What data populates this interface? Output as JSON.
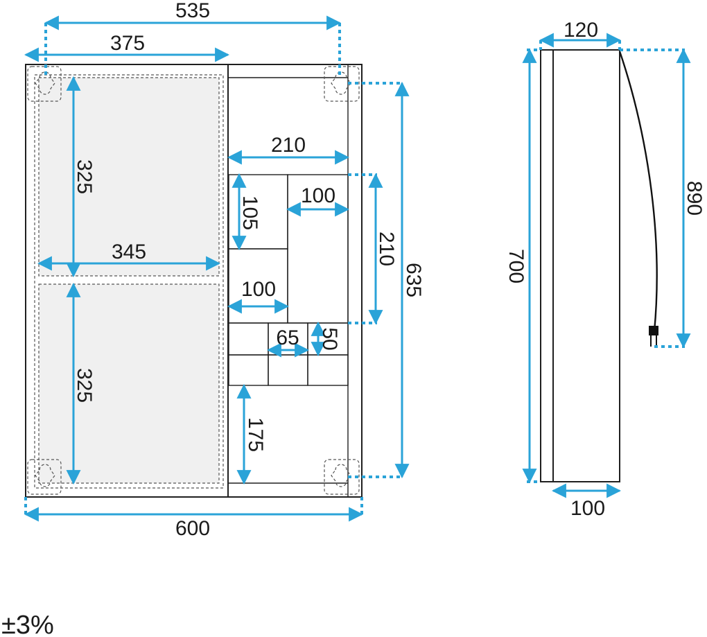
{
  "front": {
    "width_overall": "600",
    "width_top_outer": "535",
    "width_door": "375",
    "width_mirror": "345",
    "height_mirror_upper": "325",
    "height_mirror_lower": "325",
    "shelf_width": "210",
    "shelf_height": "210",
    "cabinet_height": "635",
    "compartment_width": "100",
    "compartment_height": "105",
    "compartment_width_lower": "100",
    "drawer_width": "65",
    "drawer_height": "50",
    "bottom_height": "175"
  },
  "side": {
    "depth_top": "120",
    "depth_bottom": "100",
    "height": "700",
    "cable_length": "890"
  },
  "tolerance": "±3%",
  "colors": {
    "dimension": "#2aa3d8",
    "outline": "#1f1f1f",
    "mirror_fill": "#f0f0f0"
  }
}
